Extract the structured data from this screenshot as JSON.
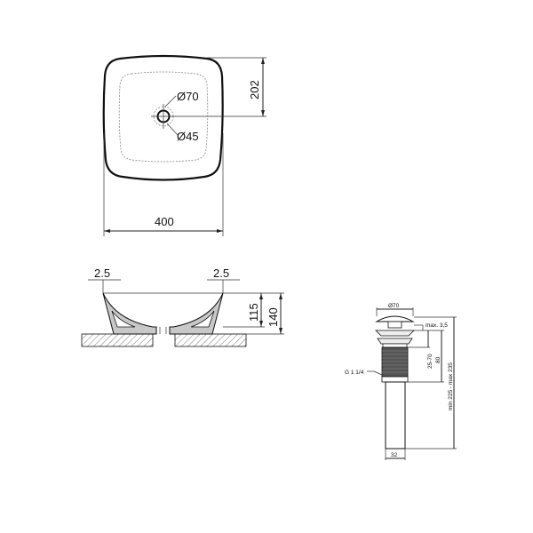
{
  "top_view": {
    "width_label": "400",
    "depth_to_drain_label": "202",
    "drain_outer_label": "Ø70",
    "drain_inner_label": "Ø45"
  },
  "side_view": {
    "wall_left_label": "2.5",
    "wall_right_label": "2.5",
    "inner_height_label": "115",
    "outer_height_label": "140"
  },
  "drain_view": {
    "cap_diameter_label": "Ø70",
    "cap_gap_label": "max. 3,5",
    "thread_label": "G 1 1/4",
    "clamp_range_label": "25-70",
    "body_height_label": "80",
    "total_length_label": "min 225 - max 235",
    "pipe_diameter_label": "32"
  },
  "colors": {
    "line": "#111111",
    "fill_gray": "#c8c8c8",
    "hatch": "#777777",
    "dark_thread": "#555555"
  }
}
